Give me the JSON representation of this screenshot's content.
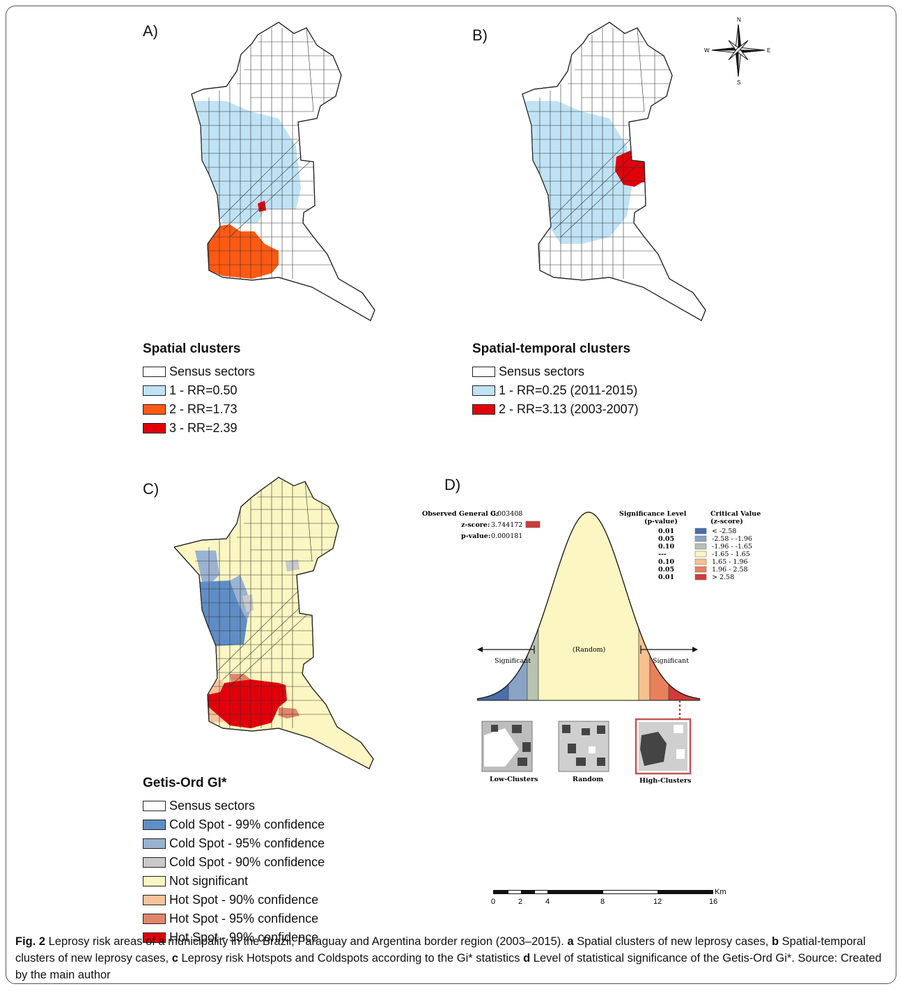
{
  "panels": {
    "a": {
      "letter": "A)"
    },
    "b": {
      "letter": "B)"
    },
    "c": {
      "letter": "C)"
    },
    "d": {
      "letter": "D)"
    }
  },
  "legend_a": {
    "title": "Spatial clusters",
    "items": [
      {
        "label": "Sensus sectors",
        "color": "#ffffff"
      },
      {
        "label": "1 - RR=0.50",
        "color": "#bfe3f5"
      },
      {
        "label": "2 - RR=1.73",
        "color": "#ff5a14"
      },
      {
        "label": "3 - RR=2.39",
        "color": "#e0000a"
      }
    ]
  },
  "legend_b": {
    "title": "Spatial-temporal clusters",
    "items": [
      {
        "label": "Sensus sectors",
        "color": "#ffffff"
      },
      {
        "label": "1 - RR=0.25 (2011-2015)",
        "color": "#bfe3f5"
      },
      {
        "label": "2 - RR=3.13 (2003-2007)",
        "color": "#e0000a"
      }
    ]
  },
  "legend_c": {
    "title": "Getis-Ord GI*",
    "items": [
      {
        "label": "Sensus sectors",
        "color": "#ffffff"
      },
      {
        "label": "Cold Spot - 99% confidence",
        "color": "#5f8dc6"
      },
      {
        "label": "Cold Spot - 95% confidence",
        "color": "#9ab3d3"
      },
      {
        "label": "Cold Spot - 90% confidence",
        "color": "#c9c9c9"
      },
      {
        "label": "Not significant",
        "color": "#fbf6c2"
      },
      {
        "label": "Hot Spot - 90% confidence",
        "color": "#f8c39a"
      },
      {
        "label": "Hot Spot - 95% confidence",
        "color": "#e0866a"
      },
      {
        "label": "Hot Spot - 99% confidence",
        "color": "#e0000a"
      }
    ]
  },
  "compass": {
    "n": "N",
    "s": "S",
    "e": "E",
    "w": "W"
  },
  "panel_d": {
    "observed_label": "Observed General G:",
    "observed_value": "0.003408",
    "zscore_label": "z-score:",
    "zscore_value": "3.744172",
    "pvalue_label": "p-value:",
    "pvalue_value": "0.000181",
    "sig_header_1": "Significance Level",
    "sig_header_2": "(p-value)",
    "crit_header_1": "Critical Value",
    "crit_header_2": "(z-score)",
    "table": [
      {
        "p": "0.01",
        "z": "< -2.58",
        "color": "#4a6fa9"
      },
      {
        "p": "0.05",
        "z": "-2.58 - -1.96",
        "color": "#8aa2c4"
      },
      {
        "p": "0.10",
        "z": "-1.96 - -1.65",
        "color": "#b8c2b0"
      },
      {
        "p": "---",
        "z": "-1.65 - 1.65",
        "color": "#fbf6c2"
      },
      {
        "p": "0.10",
        "z": "1.65 - 1.96",
        "color": "#f6c08f"
      },
      {
        "p": "0.05",
        "z": "1.96 - 2.58",
        "color": "#e9805c"
      },
      {
        "p": "0.01",
        "z": "> 2.58",
        "color": "#d23a3a"
      }
    ],
    "random_label": "(Random)",
    "significant_left": "Significant",
    "significant_right": "Significant",
    "thumb_low": "Low-Clusters",
    "thumb_random": "Random",
    "thumb_high": "High-Clusters"
  },
  "scale_bar": {
    "unit": "Km",
    "ticks": [
      "0",
      "2",
      "4",
      "8",
      "12",
      "16"
    ]
  },
  "caption": {
    "fig": "Fig. 2",
    "intro": " Leprosy risk areas of a municipality in the Brazil, Paraguay and Argentina border region (2003–2015). ",
    "a_key": "a",
    "a_text": " Spatial clusters of new leprosy cases, ",
    "b_key": "b",
    "b_text": " Spatial-temporal clusters of new leprosy cases, ",
    "c_key": "c",
    "c_text": " Leprosy risk Hotspots and Coldspots according to the Gi* statistics ",
    "d_key": "d",
    "d_text": " Level of statistical significance of the Getis-Ord Gi*. Source: Created by the main author"
  }
}
